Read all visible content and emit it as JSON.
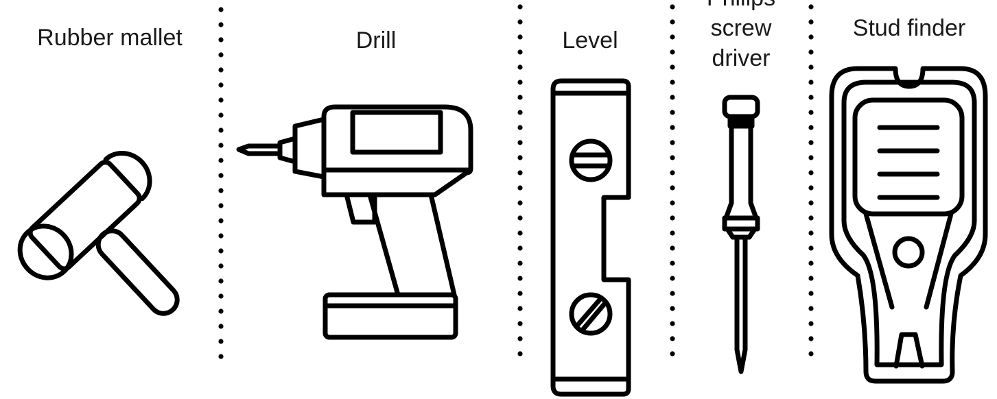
{
  "tools": [
    {
      "id": "rubber-mallet",
      "label": [
        "Rubber mallet"
      ],
      "icon": "rubber-mallet-icon"
    },
    {
      "id": "drill",
      "label": [
        "Drill"
      ],
      "icon": "drill-icon"
    },
    {
      "id": "level",
      "label": [
        "Level"
      ],
      "icon": "level-icon"
    },
    {
      "id": "phillips-screwdriver",
      "label": [
        "Philips",
        "screw",
        "driver"
      ],
      "icon": "screwdriver-icon"
    },
    {
      "id": "stud-finder",
      "label": [
        "Stud finder"
      ],
      "icon": "stud-finder-icon"
    }
  ],
  "colors": {
    "ink": "#000000",
    "text": "#1a1a1a",
    "background": "#ffffff"
  }
}
